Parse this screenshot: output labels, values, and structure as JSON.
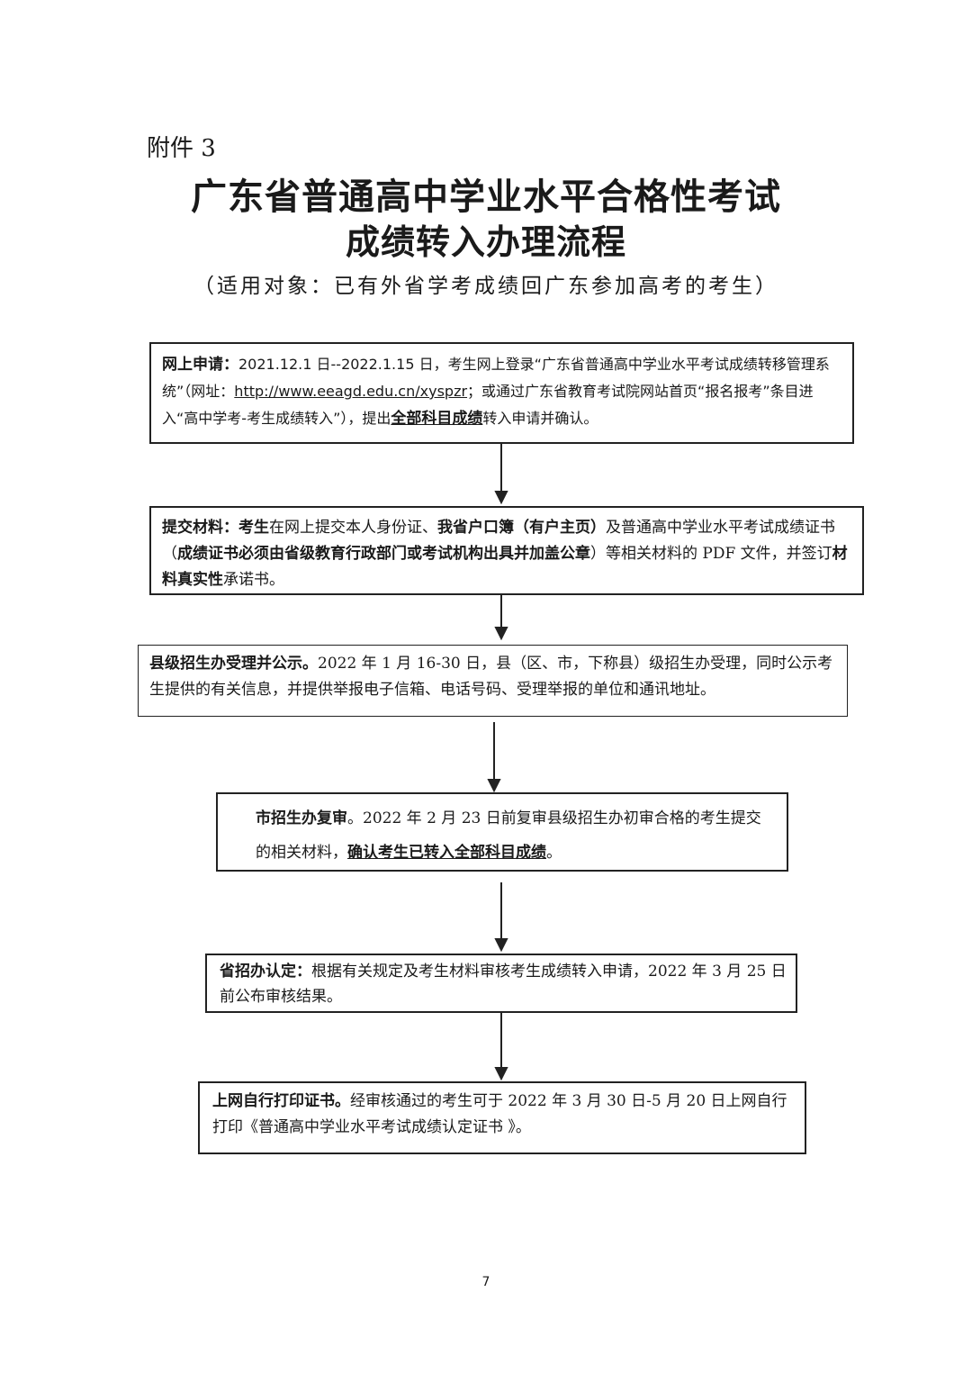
{
  "header": {
    "attachment": "附件 3",
    "title_line1": "广东省普通高中学业水平合格性考试",
    "title_line2": "成绩转入办理流程",
    "subtitle": "（适用对象：已有外省学考成绩回广东参加高考的考生）"
  },
  "steps": [
    {
      "heading": "网上申请：",
      "t1": "2021.12.1 日--2022.1.15 日，考生网上登录“广东省普通高中学业水平考试成绩转移管理系统”（网址：",
      "url": "http://www.eeagd.edu.cn/xyspzr",
      "t2": "；或通过广东省教育考试院网站首页“报名报考”条目进入“高中学考-考生成绩转入”），提出",
      "emph": "全部科目成绩",
      "t3": "转入申请并确认。"
    },
    {
      "heading": "提交材料：",
      "b1": "考生",
      "t1": "在网上提交本人身份证、",
      "b2": "我省户口簿（有户主页）",
      "t2": "及普通高中学业水平考试成绩证书（",
      "b3": "成绩证书必须由省级教育行政部门或考试机构出具并加盖公章",
      "t3": "）等相关材料的 PDF 文件，并签订",
      "b4": "材料真实性",
      "t4": "承诺书。"
    },
    {
      "heading": "县级招生办受理并公示。",
      "t1": "2022 年 1 月 16-30 日，县（区、市，下称县）级招生办受理，同时公示考生提供的有关信息，并提供举报电子信箱、电话号码、受理举报的单位和通讯地址。"
    },
    {
      "heading": "市招生办复审",
      "t1": "。2022 年 2 月 23 日前复审县级招生办初审合格的考生提交的相关材料，",
      "emph": "确认考生已转入全部科目成绩",
      "t2": "。"
    },
    {
      "heading": "省招办认定：",
      "t1": "根据有关规定及考生材料审核考生成绩转入申请，2022 年 3 月 25 日前公布审核结果。"
    },
    {
      "heading": "上网自行打印证书。",
      "t1": "经审核通过的考生可于 2022 年 3 月 30 日-5 月 20 日上网自行打印《普通高中学业水平考试成绩认定证书 》。"
    }
  ],
  "footer": {
    "page_number": "7"
  }
}
